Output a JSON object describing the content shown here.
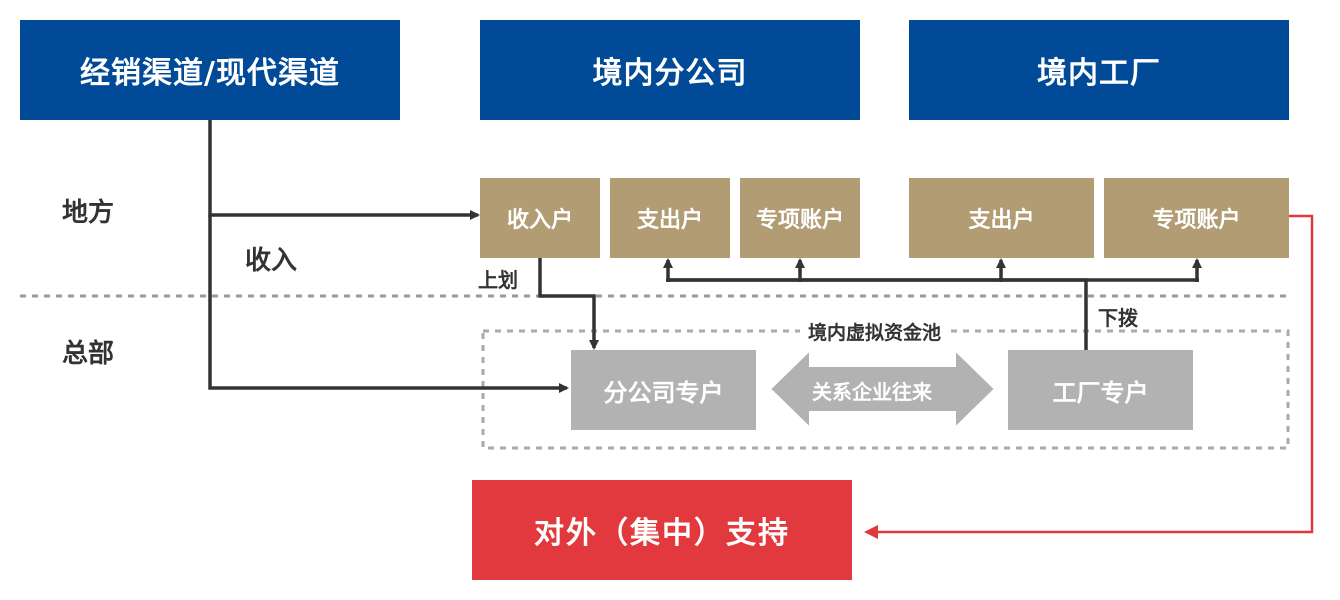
{
  "top": {
    "channel": "经销渠道/现代渠道",
    "branch": "境内分公司",
    "factory": "境内工厂"
  },
  "zones": {
    "local": "地方",
    "hq": "总部"
  },
  "local_accounts": {
    "branch_income": "收入户",
    "branch_expense": "支出户",
    "branch_special": "专项账户",
    "factory_expense": "支出户",
    "factory_special": "专项账户"
  },
  "flow_labels": {
    "income": "收入",
    "transfer_up": "上划",
    "allocate_down": "下拨"
  },
  "pool": {
    "title": "境内虚拟资金池",
    "branch_account": "分公司专户",
    "factory_account": "工厂专户",
    "relation": "关系企业往来"
  },
  "external": {
    "support": "对外（集中）支持"
  },
  "colors": {
    "top_blue": "#004a97",
    "account_gold": "#b19c74",
    "pool_grey": "#b2b2b2",
    "support_red": "#e1393d",
    "line_dark": "#333333"
  }
}
